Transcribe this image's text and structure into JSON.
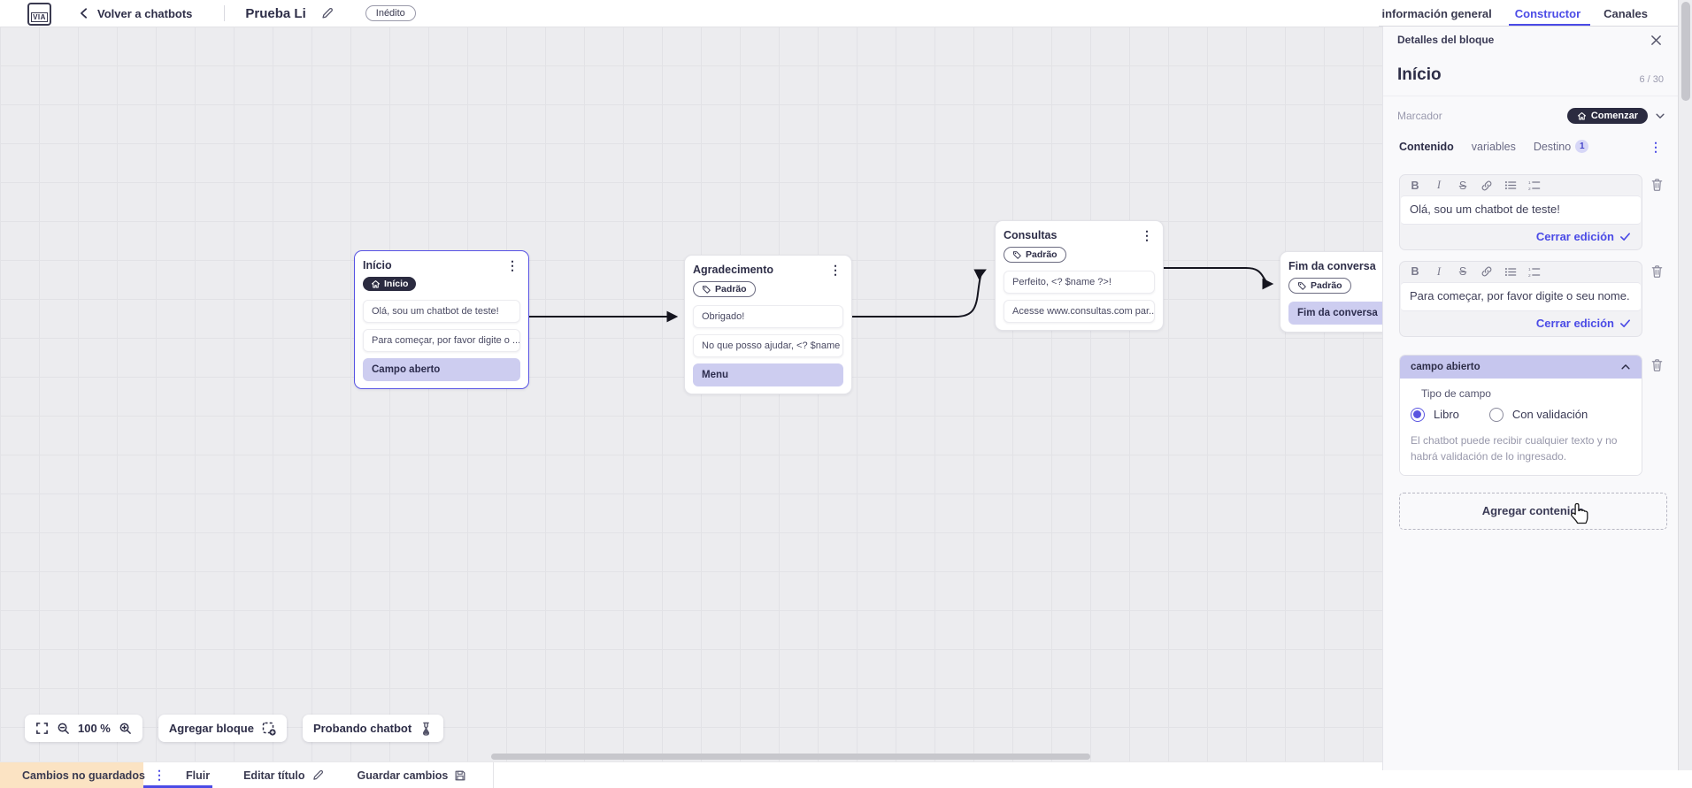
{
  "topbar": {
    "logo_text": "VIA",
    "back_label": "Volver a chatbots",
    "doc_title": "Prueba Li",
    "status_badge": "Inédito",
    "tabs": [
      {
        "label": "información general",
        "active": false
      },
      {
        "label": "Constructor",
        "active": true
      },
      {
        "label": "Canales",
        "active": false
      }
    ]
  },
  "canvas": {
    "nodes": [
      {
        "title": "Início",
        "badge": "Início",
        "badge_style": "dark",
        "items": [
          {
            "text": "Olá, sou um chatbot de teste!",
            "type": "text"
          },
          {
            "text": "Para começar, por favor digite o ...",
            "type": "text"
          },
          {
            "text": "Campo aberto",
            "type": "action"
          }
        ]
      },
      {
        "title": "Agradecimento",
        "badge": "Padrão",
        "badge_style": "outline",
        "items": [
          {
            "text": "Obrigado!",
            "type": "text"
          },
          {
            "text": "No que posso ajudar, <? $name ...",
            "type": "text"
          },
          {
            "text": "Menu",
            "type": "action"
          }
        ]
      },
      {
        "title": "Consultas",
        "badge": "Padrão",
        "badge_style": "outline",
        "items": [
          {
            "text": "Perfeito, <? $name ?>!",
            "type": "text"
          },
          {
            "text": "Acesse www.consultas.com par...",
            "type": "text"
          }
        ]
      },
      {
        "title": "Fim da conversa",
        "badge": "Padrão",
        "badge_style": "outline",
        "items": [
          {
            "text": "Fim da conversa",
            "type": "action"
          }
        ]
      }
    ],
    "toolbar": {
      "zoom_level": "100 %",
      "add_block_label": "Agregar bloque",
      "test_chatbot_label": "Probando chatbot"
    }
  },
  "panel": {
    "header_title": "Detalles del bloque",
    "block_name": "Início",
    "name_counter": "6 / 30",
    "marker_label": "Marcador",
    "marker_value": "Comenzar",
    "tabs": [
      {
        "label": "Contenido",
        "active": true
      },
      {
        "label": "variables",
        "active": false
      },
      {
        "label": "Destino",
        "active": false,
        "badge": "1"
      }
    ],
    "editor_toolbar_icons": [
      "bold",
      "italic",
      "strikethrough",
      "link",
      "bulleted-list",
      "numbered-list"
    ],
    "editors": [
      {
        "text": "Olá, sou um chatbot de teste!",
        "close_label": "Cerrar edición"
      },
      {
        "text": "Para começar, por favor digite o seu nome.",
        "close_label": "Cerrar edición"
      }
    ],
    "open_field": {
      "header": "campo abierto",
      "type_label": "Tipo de campo",
      "options": [
        {
          "label": "Libro",
          "selected": true
        },
        {
          "label": "Con validación",
          "selected": false
        }
      ],
      "help_text": "El chatbot puede recibir cualquier texto y no habrá validación de lo ingresado."
    },
    "add_content_label": "Agregar contenido"
  },
  "bottombar": {
    "unsaved_label": "Cambios no guardados",
    "flow_tab": "Fluir",
    "edit_title_label": "Editar título",
    "save_label": "Guardar cambios"
  },
  "colors": {
    "accent": "#4b4be6",
    "dark_pill": "#2b2b40",
    "lavender": "#cdcdf0",
    "field_header": "#c6c6ee",
    "warning_bg": "#fbe3c3",
    "warning_icon": "#e8a23c",
    "canvas_bg": "#ececef",
    "arrow": "#15151f"
  }
}
